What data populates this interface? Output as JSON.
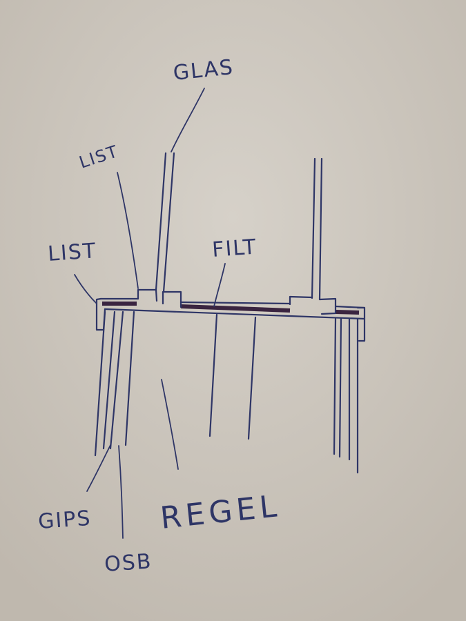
{
  "labels": {
    "glas": "GLAS",
    "list_upper": "LIST",
    "list_lower": "LIST",
    "filt": "FILT",
    "gips": "GIPS",
    "osb": "OSB",
    "regel": "REGEL"
  },
  "colors": {
    "paper": "#cfc9c0",
    "ink": "#2e3566",
    "felt": "#3a2440"
  }
}
